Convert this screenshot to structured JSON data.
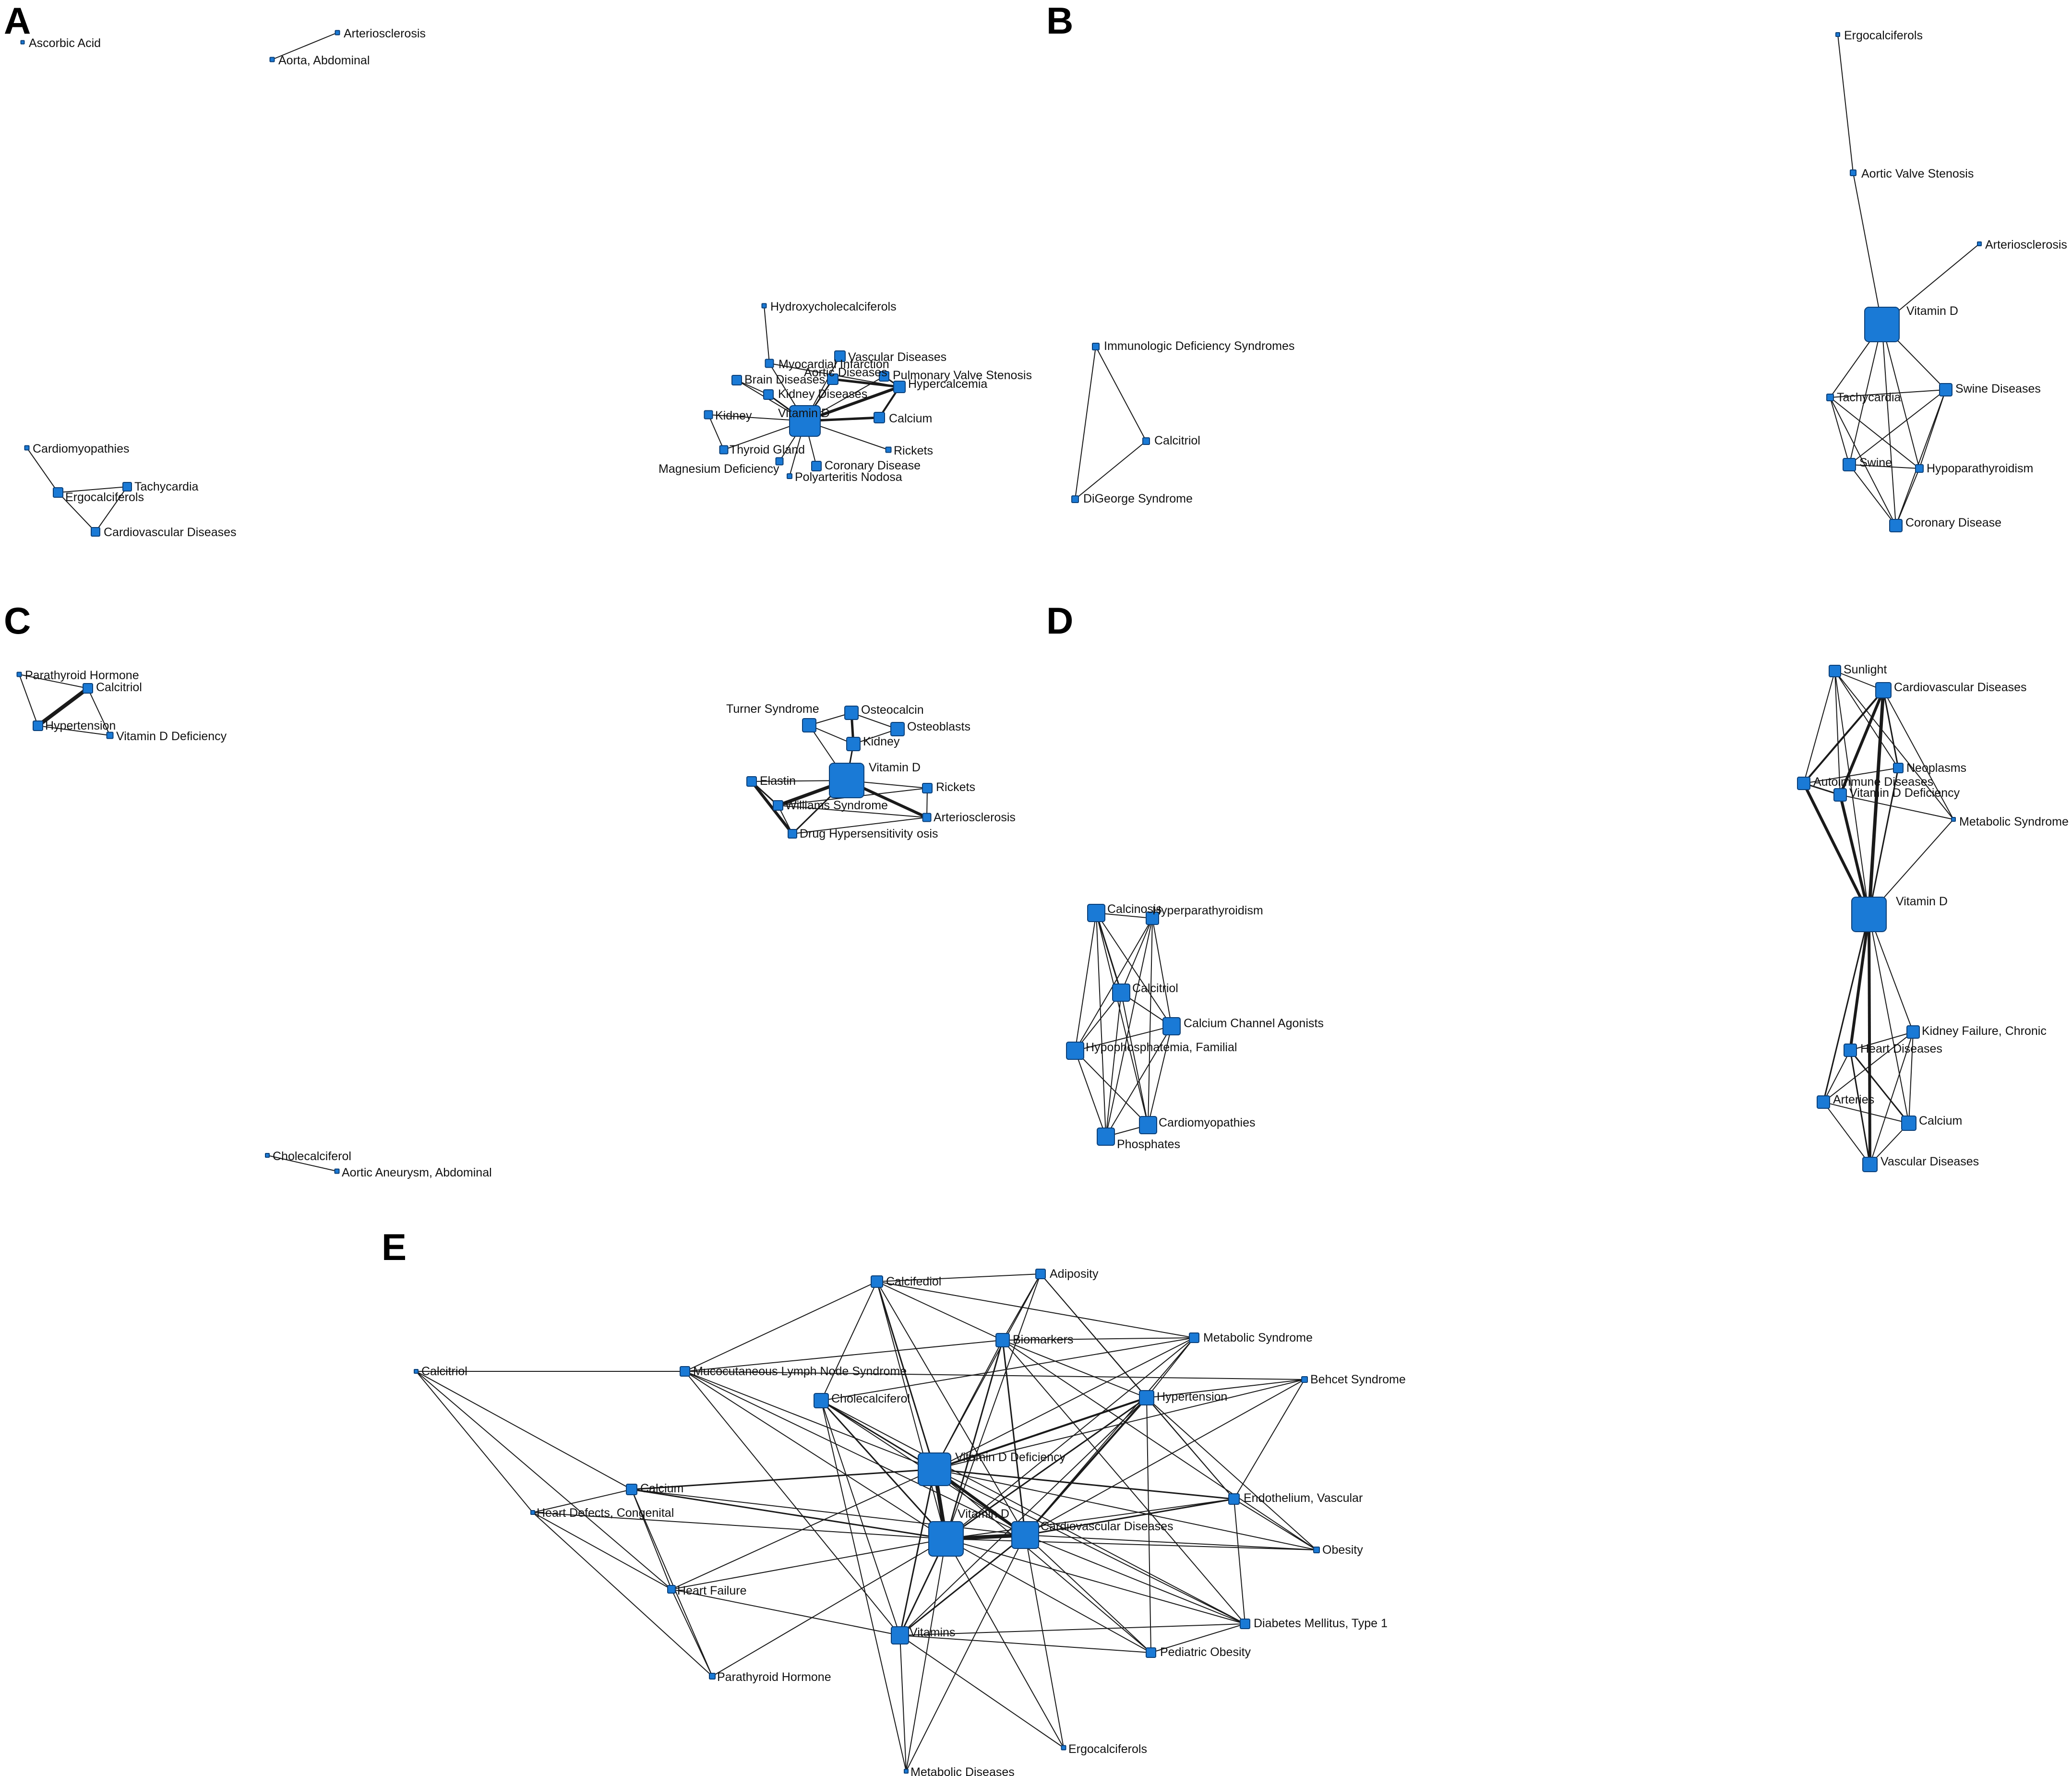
{
  "colors": {
    "node_fill": "#1a7ad6",
    "node_stroke": "#0b3f78",
    "edge": "#1a1a1a",
    "label": "#111111"
  },
  "panels": [
    {
      "label": "A",
      "nodes": [
        {
          "id": "ascorbic",
          "label": "Ascorbic Acid"
        },
        {
          "id": "arterio",
          "label": "Arteriosclerosis"
        },
        {
          "id": "aorta_abd",
          "label": "Aorta, Abdominal"
        },
        {
          "id": "hydroxy",
          "label": "Hydroxycholecalciferols"
        },
        {
          "id": "myocard",
          "label": "Myocardial Infarction"
        },
        {
          "id": "vascular",
          "label": "Vascular Diseases"
        },
        {
          "id": "aortic_dis",
          "label": "Aortic Diseases"
        },
        {
          "id": "pulm",
          "label": "Pulmonary Valve Stenosis"
        },
        {
          "id": "brain",
          "label": "Brain Diseases"
        },
        {
          "id": "hypercal",
          "label": "Hypercalcemia"
        },
        {
          "id": "kidney_dis",
          "label": "Kidney Diseases"
        },
        {
          "id": "vitd",
          "label": "Vitamin D"
        },
        {
          "id": "kidney",
          "label": "Kidney"
        },
        {
          "id": "calcium",
          "label": "Calcium"
        },
        {
          "id": "thyroid",
          "label": "Thyroid Gland"
        },
        {
          "id": "rickets",
          "label": "Rickets"
        },
        {
          "id": "coronary",
          "label": "Coronary Disease"
        },
        {
          "id": "magnes",
          "label": "Magnesium Deficiency"
        },
        {
          "id": "polyart",
          "label": "Polyarteritis Nodosa"
        },
        {
          "id": "cardiomyo",
          "label": "Cardiomyopathies"
        },
        {
          "id": "tachy",
          "label": "Tachycardia"
        },
        {
          "id": "ergo",
          "label": "Ergocalciferols"
        },
        {
          "id": "cvd",
          "label": "Cardiovascular Diseases"
        }
      ]
    },
    {
      "label": "B",
      "nodes": [
        {
          "id": "ergo",
          "label": "Ergocalciferols"
        },
        {
          "id": "avs",
          "label": "Aortic Valve Stenosis"
        },
        {
          "id": "arterio",
          "label": "Arteriosclerosis"
        },
        {
          "id": "vitd",
          "label": "Vitamin D"
        },
        {
          "id": "immuno",
          "label": "Immunologic Deficiency Syndromes"
        },
        {
          "id": "calcitriol",
          "label": "Calcitriol"
        },
        {
          "id": "digeorge",
          "label": "DiGeorge Syndrome"
        },
        {
          "id": "tachy",
          "label": "Tachycardia"
        },
        {
          "id": "swine_dis",
          "label": "Swine Diseases"
        },
        {
          "id": "swine",
          "label": "Swine"
        },
        {
          "id": "hypopara",
          "label": "Hypoparathyroidism"
        },
        {
          "id": "coronary",
          "label": "Coronary Disease"
        }
      ]
    },
    {
      "label": "C",
      "nodes": [
        {
          "id": "pth",
          "label": "Parathyroid Hormone"
        },
        {
          "id": "calcitriol",
          "label": "Calcitriol"
        },
        {
          "id": "hypert",
          "label": "Hypertension"
        },
        {
          "id": "vdd",
          "label": "Vitamin D Deficiency"
        },
        {
          "id": "turner",
          "label": "Turner Syndrome"
        },
        {
          "id": "osteocalcin",
          "label": "Osteocalcin"
        },
        {
          "id": "osteoblasts",
          "label": "Osteoblasts"
        },
        {
          "id": "kidney",
          "label": "Kidney"
        },
        {
          "id": "vitd",
          "label": "Vitamin D"
        },
        {
          "id": "elastin",
          "label": "Elastin"
        },
        {
          "id": "rickets",
          "label": "Rickets"
        },
        {
          "id": "williams",
          "label": "Williams Syndrome"
        },
        {
          "id": "arterio",
          "label": "Arteriosclerosis"
        },
        {
          "id": "drug",
          "label": "Drug Hypersensitivity"
        },
        {
          "id": "osis",
          "label": "osis"
        },
        {
          "id": "cholecal",
          "label": "Cholecalciferol"
        },
        {
          "id": "aaa",
          "label": "Aortic Aneurysm, Abdominal"
        }
      ]
    },
    {
      "label": "D",
      "nodes": [
        {
          "id": "sunlight",
          "label": "Sunlight"
        },
        {
          "id": "cvd",
          "label": "Cardiovascular Diseases"
        },
        {
          "id": "neoplasms",
          "label": "Neoplasms"
        },
        {
          "id": "autoimm",
          "label": "Autoimmune Diseases"
        },
        {
          "id": "vdd",
          "label": "Vitamin D Deficiency"
        },
        {
          "id": "metsyn",
          "label": "Metabolic Syndrome"
        },
        {
          "id": "vitd",
          "label": "Vitamin D"
        },
        {
          "id": "calcinosis",
          "label": "Calcinosis"
        },
        {
          "id": "hyperpara",
          "label": "Hyperparathyroidism"
        },
        {
          "id": "calcitriol",
          "label": "Calcitriol"
        },
        {
          "id": "ccb",
          "label": "Calcium Channel Agonists"
        },
        {
          "id": "hypophos",
          "label": "Hypophosphatemia, Familial"
        },
        {
          "id": "cardiomyo",
          "label": "Cardiomyopathies"
        },
        {
          "id": "phosphates",
          "label": "Phosphates"
        },
        {
          "id": "kfc",
          "label": "Kidney Failure, Chronic"
        },
        {
          "id": "heart",
          "label": "Heart Diseases"
        },
        {
          "id": "arteries",
          "label": "Arteries"
        },
        {
          "id": "calcium",
          "label": "Calcium"
        },
        {
          "id": "vascular",
          "label": "Vascular Diseases"
        }
      ]
    },
    {
      "label": "E",
      "nodes": [
        {
          "id": "calcifediol",
          "label": "Calcifediol"
        },
        {
          "id": "adiposity",
          "label": "Adiposity"
        },
        {
          "id": "biomarkers",
          "label": "Biomarkers"
        },
        {
          "id": "metsyn",
          "label": "Metabolic Syndrome"
        },
        {
          "id": "calcitriol",
          "label": "Calcitriol"
        },
        {
          "id": "mucocut",
          "label": "Mucocutaneous Lymph Node Syndrome"
        },
        {
          "id": "behcet",
          "label": "Behcet Syndrome"
        },
        {
          "id": "cholecal",
          "label": "Cholecalciferol"
        },
        {
          "id": "hypert",
          "label": "Hypertension"
        },
        {
          "id": "vdd",
          "label": "Vitamin D Deficiency"
        },
        {
          "id": "calcium",
          "label": "Calcium"
        },
        {
          "id": "endoth",
          "label": "Endothelium, Vascular"
        },
        {
          "id": "hdc",
          "label": "Heart Defects, Congenital"
        },
        {
          "id": "vitd",
          "label": "Vitamin D"
        },
        {
          "id": "cvd",
          "label": "Cardiovascular Diseases"
        },
        {
          "id": "obesity",
          "label": "Obesity"
        },
        {
          "id": "hf",
          "label": "Heart Failure"
        },
        {
          "id": "dm1",
          "label": "Diabetes Mellitus, Type 1"
        },
        {
          "id": "vitamins",
          "label": "Vitamins"
        },
        {
          "id": "pedob",
          "label": "Pediatric Obesity"
        },
        {
          "id": "pth",
          "label": "Parathyroid Hormone"
        },
        {
          "id": "ergo",
          "label": "Ergocalciferols"
        },
        {
          "id": "metdis",
          "label": "Metabolic Diseases"
        }
      ]
    }
  ]
}
